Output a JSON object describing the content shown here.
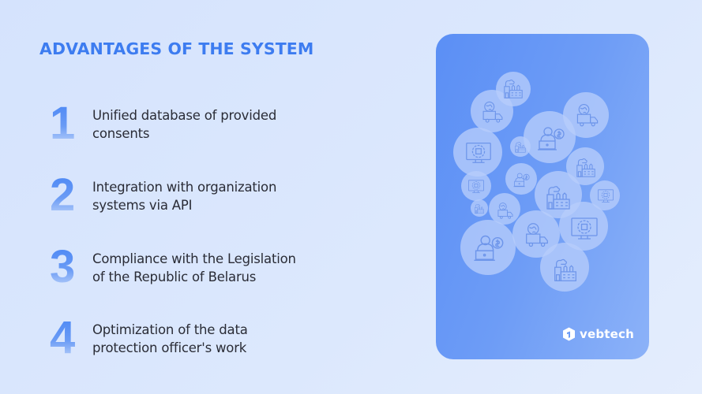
{
  "slide": {
    "title": "ADVANTAGES OF THE SYSTEM",
    "accent_color": "#3d7cf0",
    "items": [
      {
        "number": "1",
        "line1": "Unified database of provided",
        "line2": "consents"
      },
      {
        "number": "2",
        "line1": "Integration with organization",
        "line2": "systems via API"
      },
      {
        "number": "3",
        "line1": "Compliance with the Legislation",
        "line2": "of the Republic of Belarus"
      },
      {
        "number": "4",
        "line1": "Optimization of the data",
        "line2": "protection officer's work"
      }
    ]
  },
  "card": {
    "illustration": "bubbles-cluster-with-globe-truck-factory-person-dollar-monitor-gear-icons",
    "logo": {
      "icon": "vebtech-logo-icon",
      "text": "vebtech"
    }
  }
}
